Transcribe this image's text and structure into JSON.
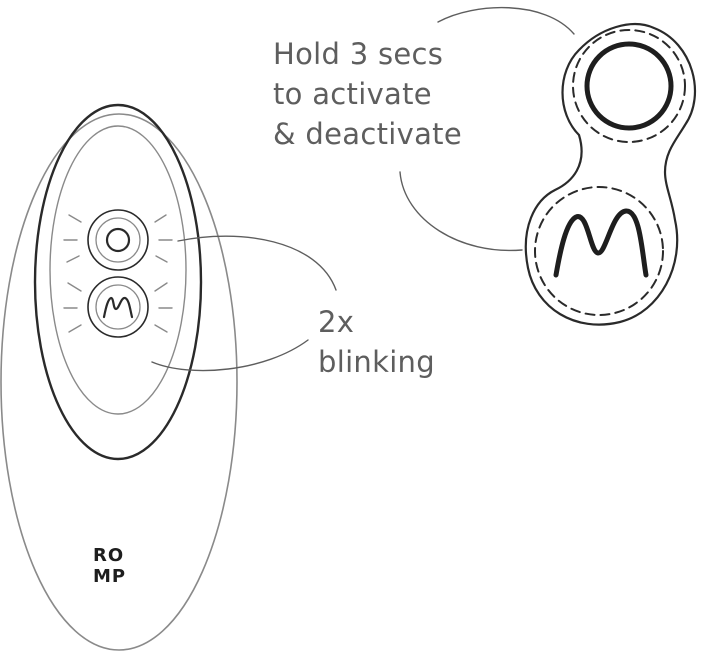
{
  "callouts": {
    "hold": [
      "Hold 3 secs",
      "to activate",
      "& deactivate"
    ],
    "blink": [
      "2x",
      "blinking"
    ]
  },
  "logo": {
    "line1": "RO",
    "line2": "MP"
  },
  "icons": {
    "power": "power-ring-icon",
    "mode": "m-letter-icon"
  },
  "colors": {
    "stroke": "#2a2a2a",
    "light_stroke": "#8a8a8a",
    "text": "#5e5e5e"
  }
}
